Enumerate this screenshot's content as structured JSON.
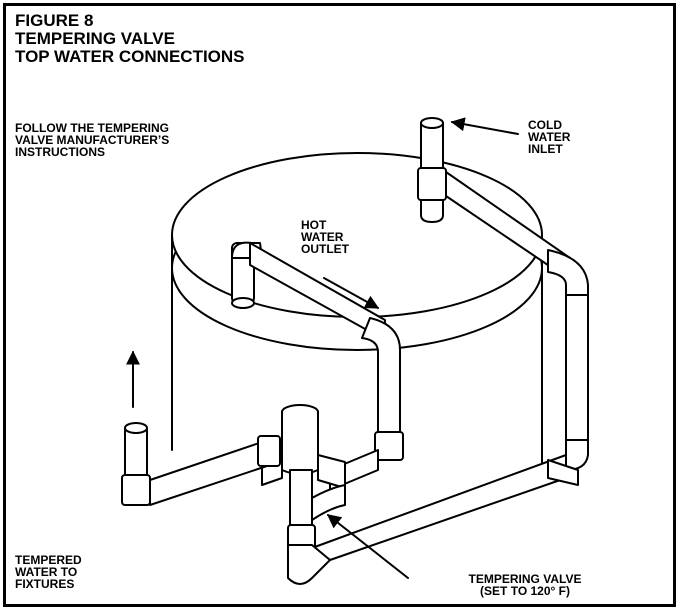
{
  "figure": {
    "title_lines": [
      "FIGURE 8",
      "TEMPERING VALVE",
      "TOP WATER CONNECTIONS"
    ]
  },
  "labels": {
    "instructions": [
      "FOLLOW THE TEMPERING",
      "VALVE MANUFACTURER’S",
      "INSTRUCTIONS"
    ],
    "cold_inlet": [
      "COLD",
      "WATER",
      "INLET"
    ],
    "hot_outlet": [
      "HOT",
      "WATER",
      "OUTLET"
    ],
    "tempered": [
      "TEMPERED",
      "WATER TO",
      "FIXTURES"
    ],
    "valve": [
      "TEMPERING VALVE",
      "(SET TO 120° F)"
    ]
  }
}
